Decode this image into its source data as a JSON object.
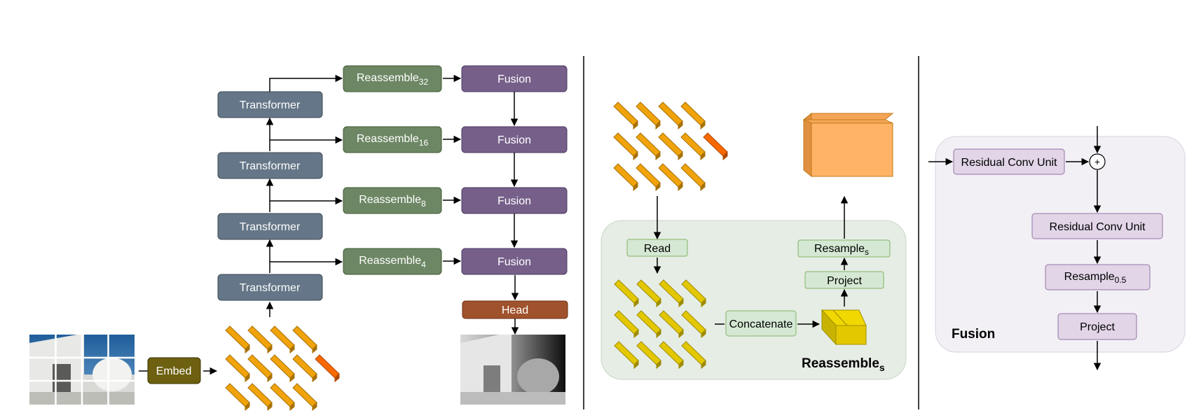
{
  "colors": {
    "transformer": "#647687",
    "reassemble": "#6d8764",
    "fusion": "#76608a",
    "head": "#a0522d",
    "embed": "#6d6010",
    "token": "#f0a30a",
    "token_read": "#fa6800",
    "token_alt": "#e3c800",
    "light_green": "#d5e8d4",
    "light_purple": "#e1d5e7",
    "panel_green": "#e6ede5",
    "panel_purple": "#f2f0f5",
    "cube_orange": "#ffb366"
  },
  "left": {
    "transformer_label": "Transformer",
    "reassemble_label": "Reassemble",
    "reassemble_subs": [
      "32",
      "16",
      "8",
      "4"
    ],
    "fusion_label": "Fusion",
    "head_label": "Head",
    "embed_label": "Embed",
    "input_image_icon": "photo-grid-icon",
    "output_image_icon": "depth-map-icon"
  },
  "middle": {
    "read_label": "Read",
    "concatenate_label": "Concatenate",
    "project_label": "Project",
    "resample_label": "Resample",
    "resample_sub": "s",
    "title": "Reassemble",
    "title_sub": "s"
  },
  "right": {
    "rcu_label": "Residual Conv Unit",
    "plus_symbol": "+",
    "resample_label": "Resample",
    "resample_sub": "0.5",
    "project_label": "Project",
    "title": "Fusion"
  }
}
